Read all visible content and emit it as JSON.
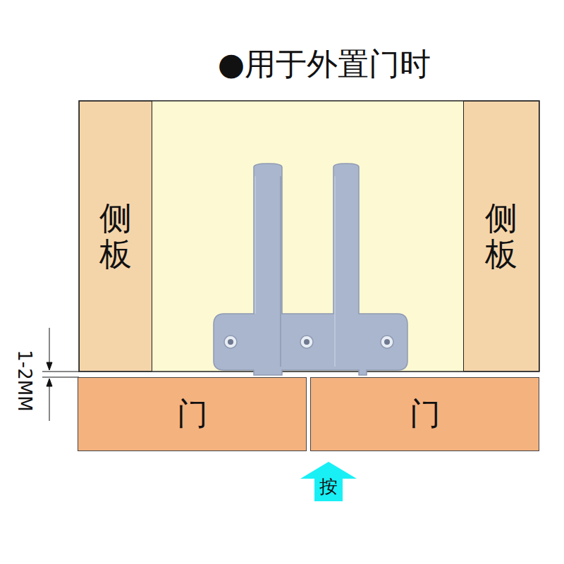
{
  "diagram": {
    "title": "●用于外置门时",
    "nodes": [
      {
        "text": [
          "侧板"
        ]
      },
      {
        "text": [
          "侧板"
        ]
      },
      {
        "text": [
          "门"
        ]
      },
      {
        "text": [
          "门"
        ]
      },
      {
        "text": [
          "按"
        ]
      }
    ],
    "labels": [
      "1-2MM"
    ]
  }
}
